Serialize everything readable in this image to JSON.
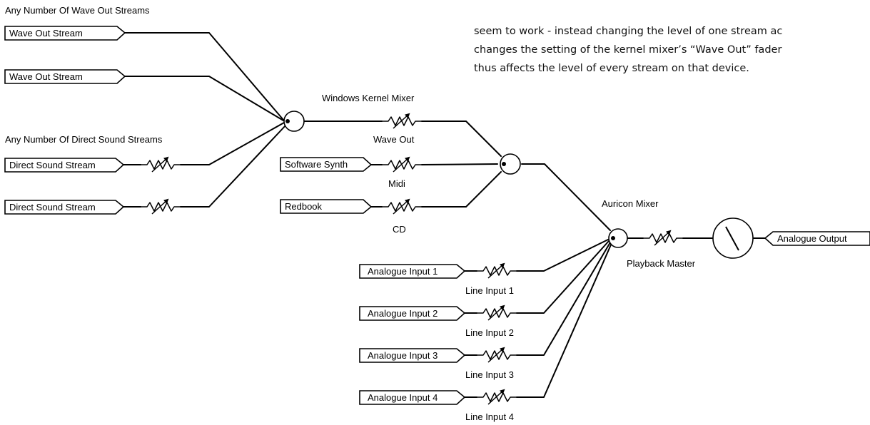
{
  "colors": {
    "ink": "#000000",
    "background": "#ffffff"
  },
  "notes": {
    "line1": "seem to work - instead changing the level of one stream ac",
    "line2": "changes the setting of the kernel mixer’s “Wave Out” fader",
    "line3": "thus affects the level of every stream on that device."
  },
  "groups": {
    "wave_out": "Any Number Of Wave Out Streams",
    "direct_sound": "Any Number Of Direct Sound Streams"
  },
  "sources": {
    "wave_out_1": "Wave Out Stream",
    "wave_out_2": "Wave Out Stream",
    "direct_sound_1": "Direct Sound Stream",
    "direct_sound_2": "Direct Sound Stream",
    "software_synth": "Software Synth",
    "redbook": "Redbook",
    "analogue_in_1": "Analogue Input 1",
    "analogue_in_2": "Analogue Input 2",
    "analogue_in_3": "Analogue Input 3",
    "analogue_in_4": "Analogue Input 4"
  },
  "mixers": {
    "kernel": "Windows Kernel Mixer",
    "auricon": "Auricon Mixer"
  },
  "faders": {
    "wave_out": "Wave Out",
    "midi": "Midi",
    "cd": "CD",
    "line_1": "Line Input 1",
    "line_2": "Line Input 2",
    "line_3": "Line Input 3",
    "line_4": "Line Input 4",
    "playback_master": "Playback Master"
  },
  "output": {
    "label": "Analogue Output"
  }
}
